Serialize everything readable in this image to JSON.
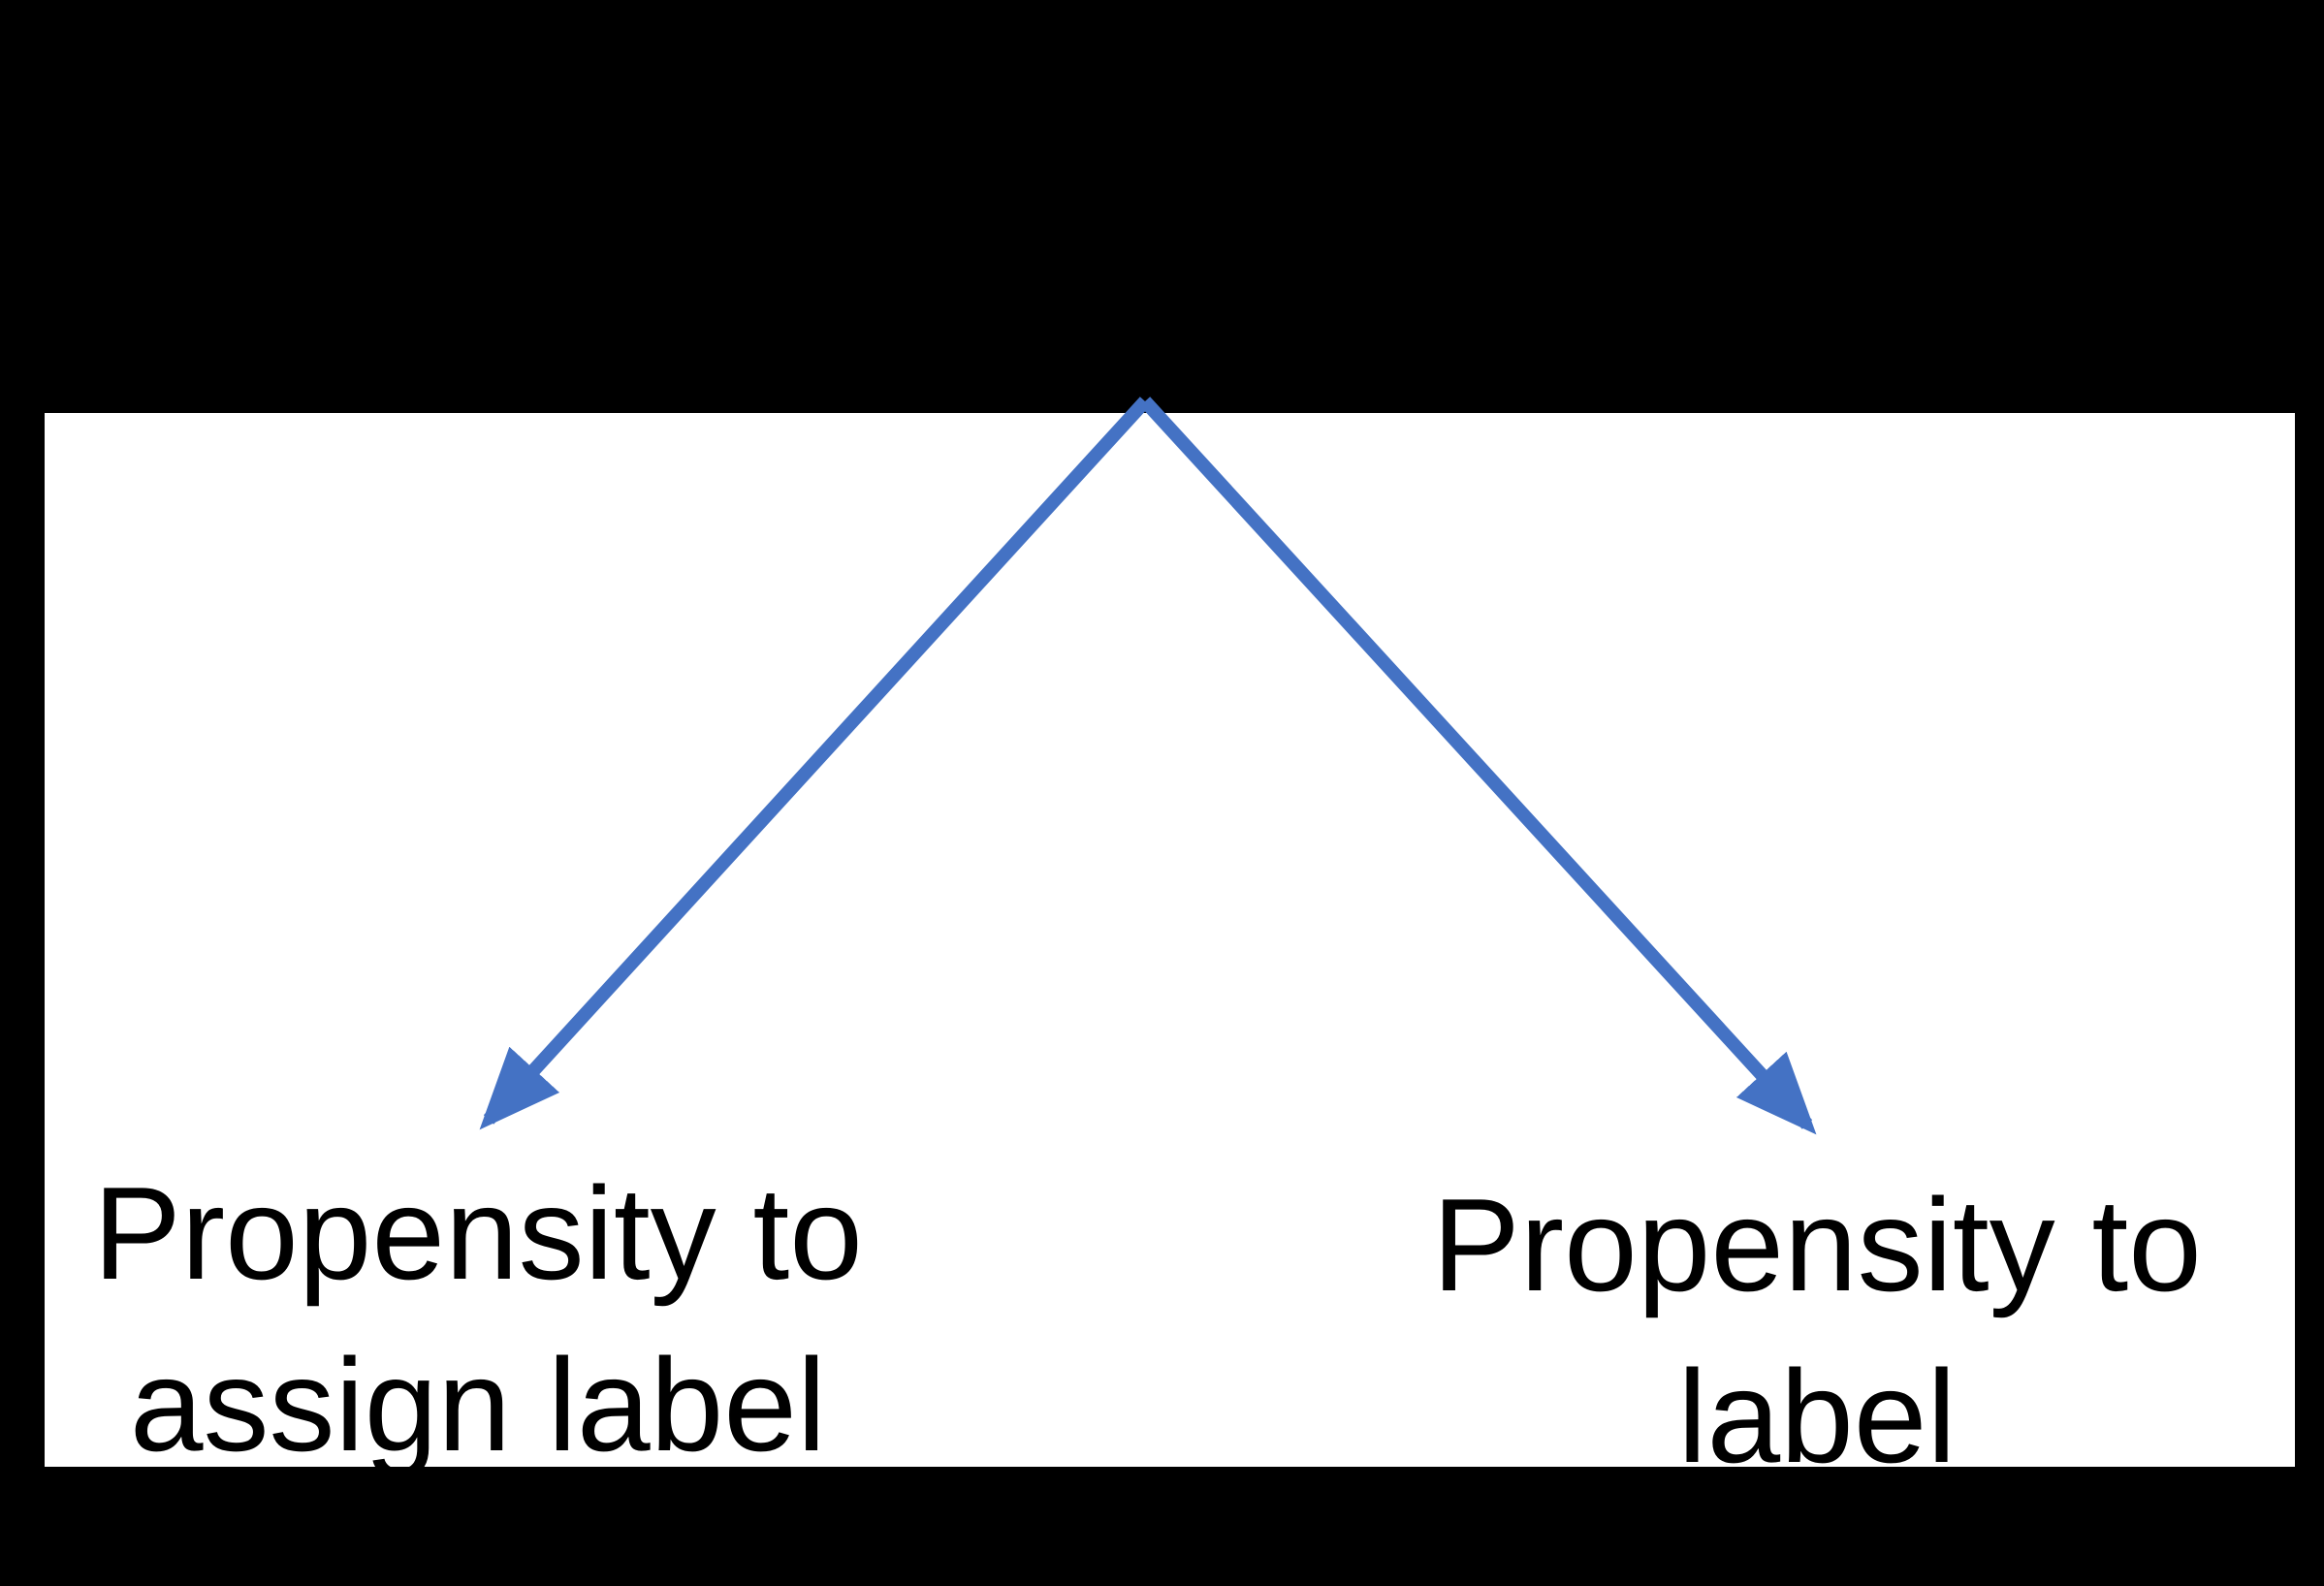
{
  "diagram": {
    "background_color": "#000000",
    "canvas_color": "#ffffff",
    "arrow_color": "#4472C4",
    "left_label": {
      "line1": "Propensity to",
      "line2": "assign label"
    },
    "right_label": {
      "line1": "Propensity to",
      "line2": "label"
    }
  }
}
